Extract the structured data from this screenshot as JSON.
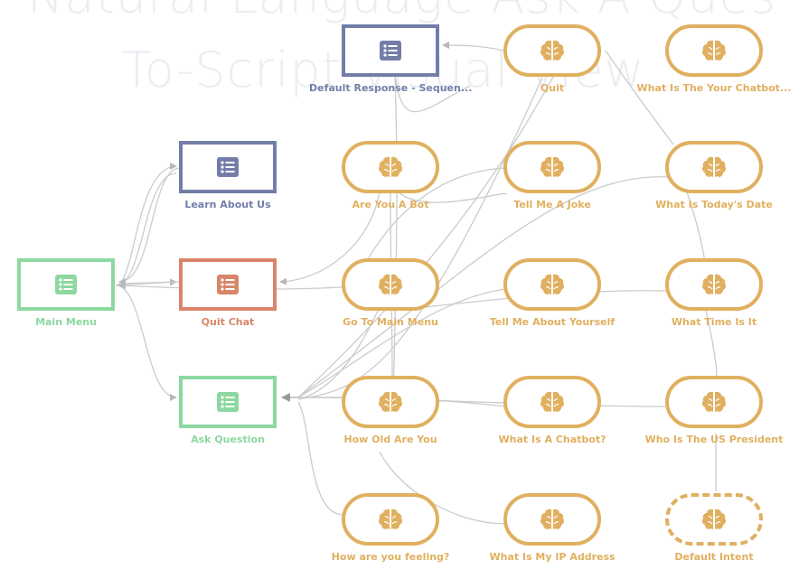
{
  "watermark": {
    "line1": "Natural Language Ask A Ques",
    "line2": "To-Script Visual View"
  },
  "colors": {
    "slate": "#727ea8",
    "green": "#8cd8a0",
    "salmon": "#d9856a",
    "gold": "#e0b060",
    "edge": "#c8c8c8"
  },
  "nodes": {
    "default_response": "Default Response - Sequen...",
    "learn_about_us": "Learn About Us",
    "main_menu": "Main Menu",
    "quit_chat": "Quit Chat",
    "ask_question": "Ask Question",
    "are_you_a_bot": "Are You A Bot",
    "go_to_main_menu": "Go To Main Menu",
    "how_old_are_you": "How Old Are You",
    "how_are_you_feeling": "How are you feeling?",
    "quit": "Quit",
    "tell_me_a_joke": "Tell Me A Joke",
    "tell_me_about_yourself": "Tell Me About Yourself",
    "what_is_a_chatbot": "What Is A Chatbot?",
    "what_is_my_ip": "What Is My IP Address",
    "what_is_the_your_chatbot": "What Is The Your Chatbot...",
    "what_is_todays_date": "What Is Today's Date",
    "what_time_is_it": "What Time Is It",
    "who_is_the_us_president": "Who Is The US President",
    "default_intent": "Default Intent"
  }
}
